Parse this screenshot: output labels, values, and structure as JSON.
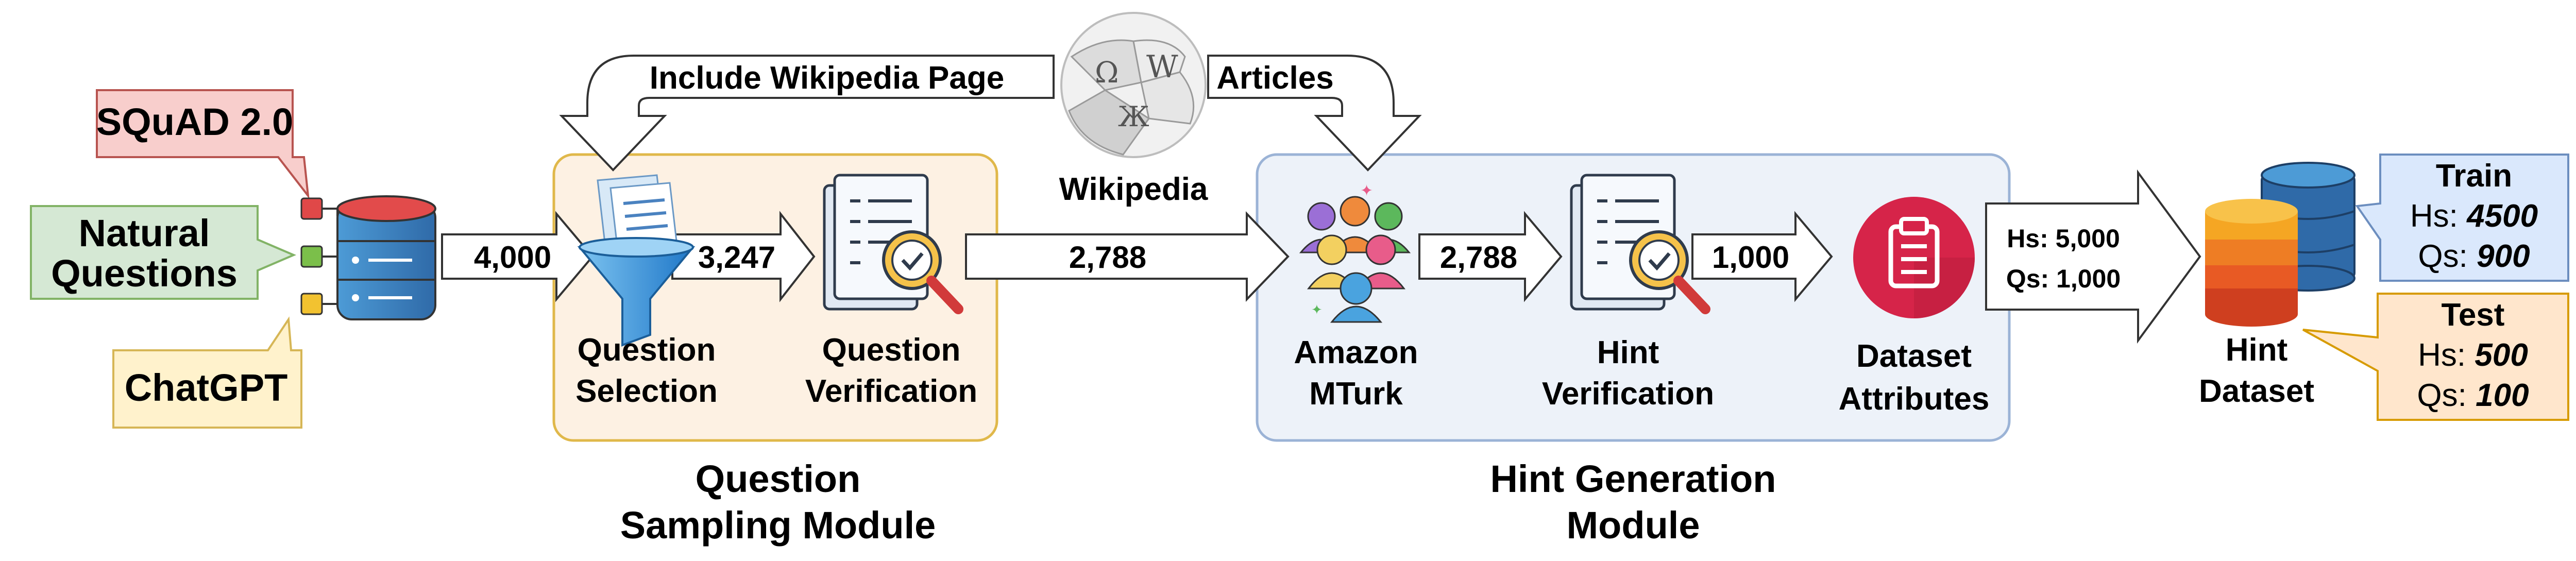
{
  "sources": {
    "squad": "SQuAD 2.0",
    "nq_line1": "Natural",
    "nq_line2": "Questions",
    "chatgpt": "ChatGPT"
  },
  "flows": {
    "f1": "4,000",
    "f2": "3,247",
    "f3": "2,788",
    "f4": "2,788",
    "f5": "1,000",
    "out_hs": "Hs: 5,000",
    "out_qs": "Qs: 1,000"
  },
  "wiki": {
    "include_label": "Include Wikipedia Page",
    "articles_label": "Articles",
    "name": "Wikipedia"
  },
  "nodes": {
    "qsel_l1": "Question",
    "qsel_l2": "Selection",
    "qver_l1": "Question",
    "qver_l2": "Verification",
    "mturk_l1": "Amazon",
    "mturk_l2": "MTurk",
    "hver_l1": "Hint",
    "hver_l2": "Verification",
    "attr_l1": "Dataset",
    "attr_l2": "Attributes",
    "hd_l1": "Hint",
    "hd_l2": "Dataset"
  },
  "modules": {
    "qsm_l1": "Question",
    "qsm_l2": "Sampling Module",
    "hgm_l1": "Hint Generation",
    "hgm_l2": "Module"
  },
  "splits": {
    "train_title": "Train",
    "train_hs_label": "Hs: ",
    "train_hs": "4500",
    "train_qs_label": "Qs: ",
    "train_qs": "900",
    "test_title": "Test",
    "test_hs_label": "Hs: ",
    "test_hs": "500",
    "test_qs_label": "Qs: ",
    "test_qs": "100"
  },
  "colors": {
    "squad_fill": "#f8cecc",
    "squad_stroke": "#b85450",
    "nq_fill": "#d5e8d4",
    "nq_stroke": "#82b366",
    "chatgpt_fill": "#fff2cc",
    "chatgpt_stroke": "#d6b656",
    "qsm_fill": "#fdf1e3",
    "qsm_stroke": "#e0b84a",
    "hgm_fill": "#edf2f9",
    "hgm_stroke": "#9bb3d6",
    "train_fill": "#dae8fc",
    "train_stroke": "#6c8ebf",
    "test_fill": "#ffe6cc",
    "test_stroke": "#d79b00",
    "db_blue": "#2f6aa8",
    "attr_red": "#d62449"
  }
}
